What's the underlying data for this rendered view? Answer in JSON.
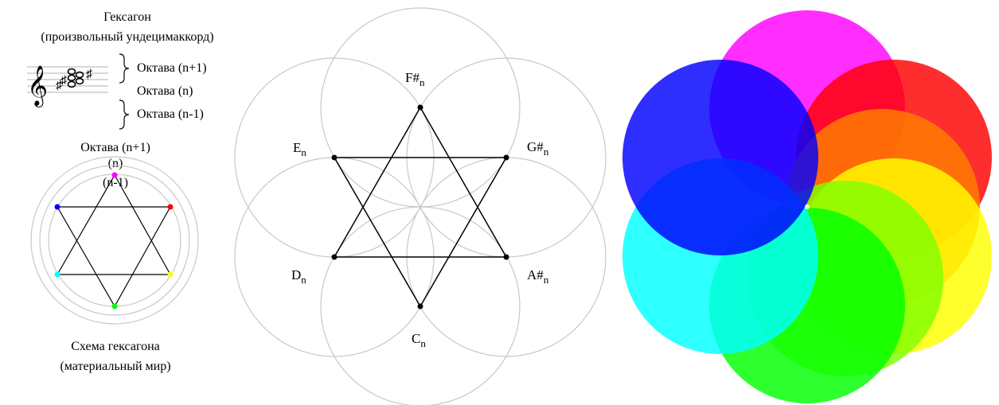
{
  "left_panel": {
    "title": "Гексагон",
    "subtitle": "(произвольный ундецимаккорд)",
    "octave_up": "Октава (n+1)",
    "octave_mid": "Октава (n)",
    "octave_down": "Октава (n-1)",
    "scheme_octave_up": "Октава (n+1)",
    "scheme_octave_mid": "(n)",
    "scheme_octave_down": "(n-1)",
    "scheme_caption_line1": "Схема гексагона",
    "scheme_caption_line2": "(материальный мир)",
    "vertex_colors": [
      "#ff00ff",
      "#ff0000",
      "#ffff00",
      "#00ff00",
      "#00ffff",
      "#0000ff"
    ]
  },
  "center_diagram": {
    "notes": [
      {
        "name": "F#",
        "sub": "n"
      },
      {
        "name": "G#",
        "sub": "n"
      },
      {
        "name": "A#",
        "sub": "n"
      },
      {
        "name": "C",
        "sub": "n"
      },
      {
        "name": "D",
        "sub": "n"
      },
      {
        "name": "E",
        "sub": "n"
      }
    ],
    "circle_stroke": "#c8c8c8"
  },
  "color_wheel": {
    "colors": [
      "#ff00ff",
      "#ff0000",
      "#ff8000",
      "#ffff00",
      "#80ff00",
      "#00ff00",
      "#00ffff",
      "#0000ff"
    ]
  }
}
